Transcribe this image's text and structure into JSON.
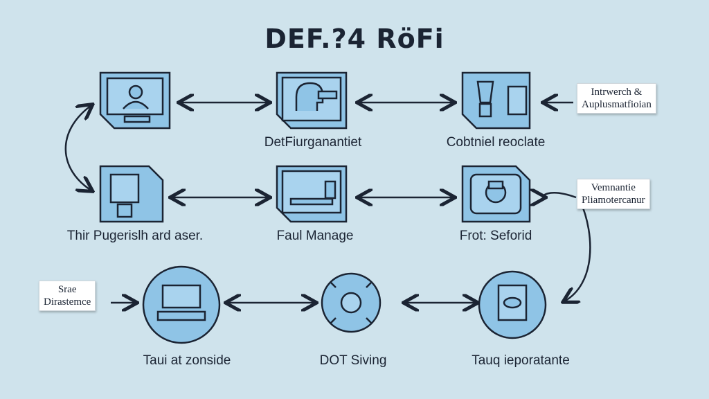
{
  "title": "DEF.?4 RöFi",
  "nodes": {
    "row1": [
      "",
      "DetFiurganantiet",
      "Cobtniel reoclate"
    ],
    "row2": [
      "Thir Pugerislh ard aser.",
      "Faul Manage",
      "Frot: Seforid"
    ],
    "row3": [
      "Taui at zonside",
      "DOT Siving",
      "Tauq ieporatante"
    ]
  },
  "notes": {
    "top_right": [
      "Intrwerch &",
      "Auplusmatfioian"
    ],
    "mid_right": [
      "Vemnantie",
      "Pliamotercanur"
    ],
    "bottom_left": [
      "Srae",
      "Dirastemce"
    ]
  },
  "colors": {
    "background": "#cfe3ec",
    "icon_fill": "#8fc4e6",
    "stroke": "#1b2433"
  }
}
